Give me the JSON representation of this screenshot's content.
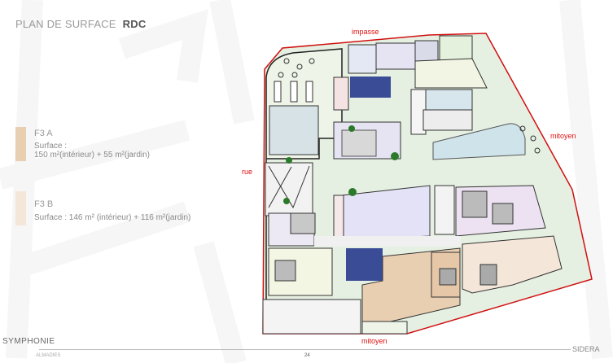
{
  "header": {
    "title": "PLAN DE SURFACE",
    "level": "RDC"
  },
  "legend": [
    {
      "name": "F3 A",
      "surface_label": "Surface :",
      "surface": "150 m²(intérieur) + 55 m²(jardin)",
      "color": "#e9cfb2"
    },
    {
      "name": "F3 B",
      "surface": "Surface : 146 m² (intérieur)   + 116 m²(jardin)",
      "color": "#f5e6da"
    }
  ],
  "plan_labels": {
    "top": "impasse",
    "left": "rue",
    "right": "mitoyen",
    "bottom": "mitoyen"
  },
  "footer": {
    "brand": "SYMPHONIE",
    "sub": "ALMADIES",
    "page": "24",
    "partner": "SIDERA"
  }
}
